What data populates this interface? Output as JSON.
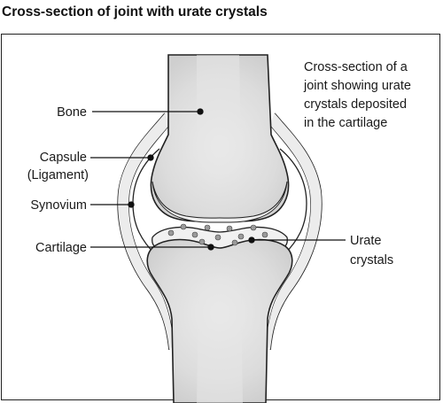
{
  "header": {
    "title": "Cross-section of joint with urate crystals"
  },
  "description": {
    "lines": [
      "Cross-section of a",
      "joint showing urate",
      "crystals deposited",
      "in the cartilage"
    ]
  },
  "labels": {
    "bone": "Bone",
    "capsule_line1": "Capsule",
    "capsule_line2": "(Ligament)",
    "synovium": "Synovium",
    "cartilage": "Cartilage",
    "urate_line1": "Urate",
    "urate_line2": "crystals"
  },
  "colors": {
    "outline": "#222222",
    "bone_fill": "#d6d6d6",
    "bone_light": "#e9e9e9",
    "capsule_fill": "#ececec",
    "cartilage_fill": "#f1f1f1",
    "crystal_fill": "#9a9a9a"
  }
}
